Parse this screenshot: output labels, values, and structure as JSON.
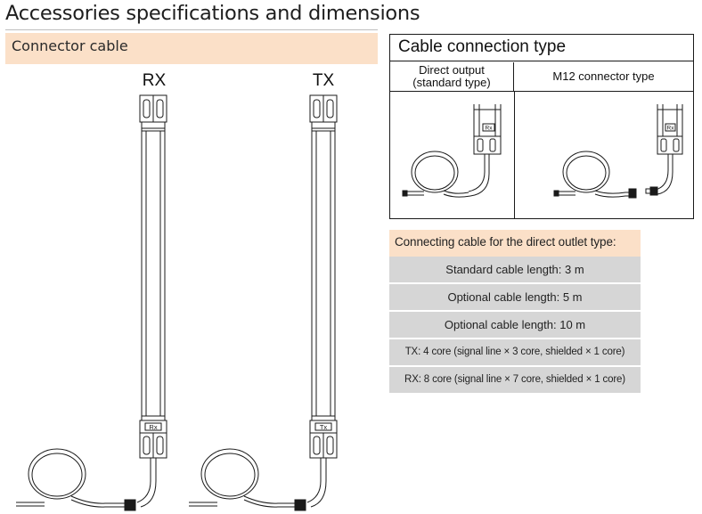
{
  "page": {
    "title": "Accessories specifications and dimensions"
  },
  "connector_section": {
    "header": "Connector cable",
    "rx_label": "RX",
    "tx_label": "TX",
    "rx_body_mark": "Rx",
    "tx_body_mark": "Tx"
  },
  "connection_table": {
    "title": "Cable connection type",
    "columns": [
      {
        "label_line1": "Direct output",
        "label_line2": "(standard type)"
      },
      {
        "label_line1": "M12 connector type"
      }
    ],
    "rx_mark": "Rx"
  },
  "spec_list": {
    "header": "Connecting cable for the direct outlet type:",
    "rows": [
      "Standard cable length: 3 m",
      "Optional cable length: 5 m",
      "Optional cable length: 10 m",
      "TX: 4 core (signal line × 3 core, shielded × 1 core)",
      "RX: 8 core (signal line × 7 core, shielded × 1 core)"
    ]
  },
  "colors": {
    "section_header_bg": "#fbe0c8",
    "spec_row_bg": "#d6d6d6",
    "line": "#1a1a1a"
  }
}
